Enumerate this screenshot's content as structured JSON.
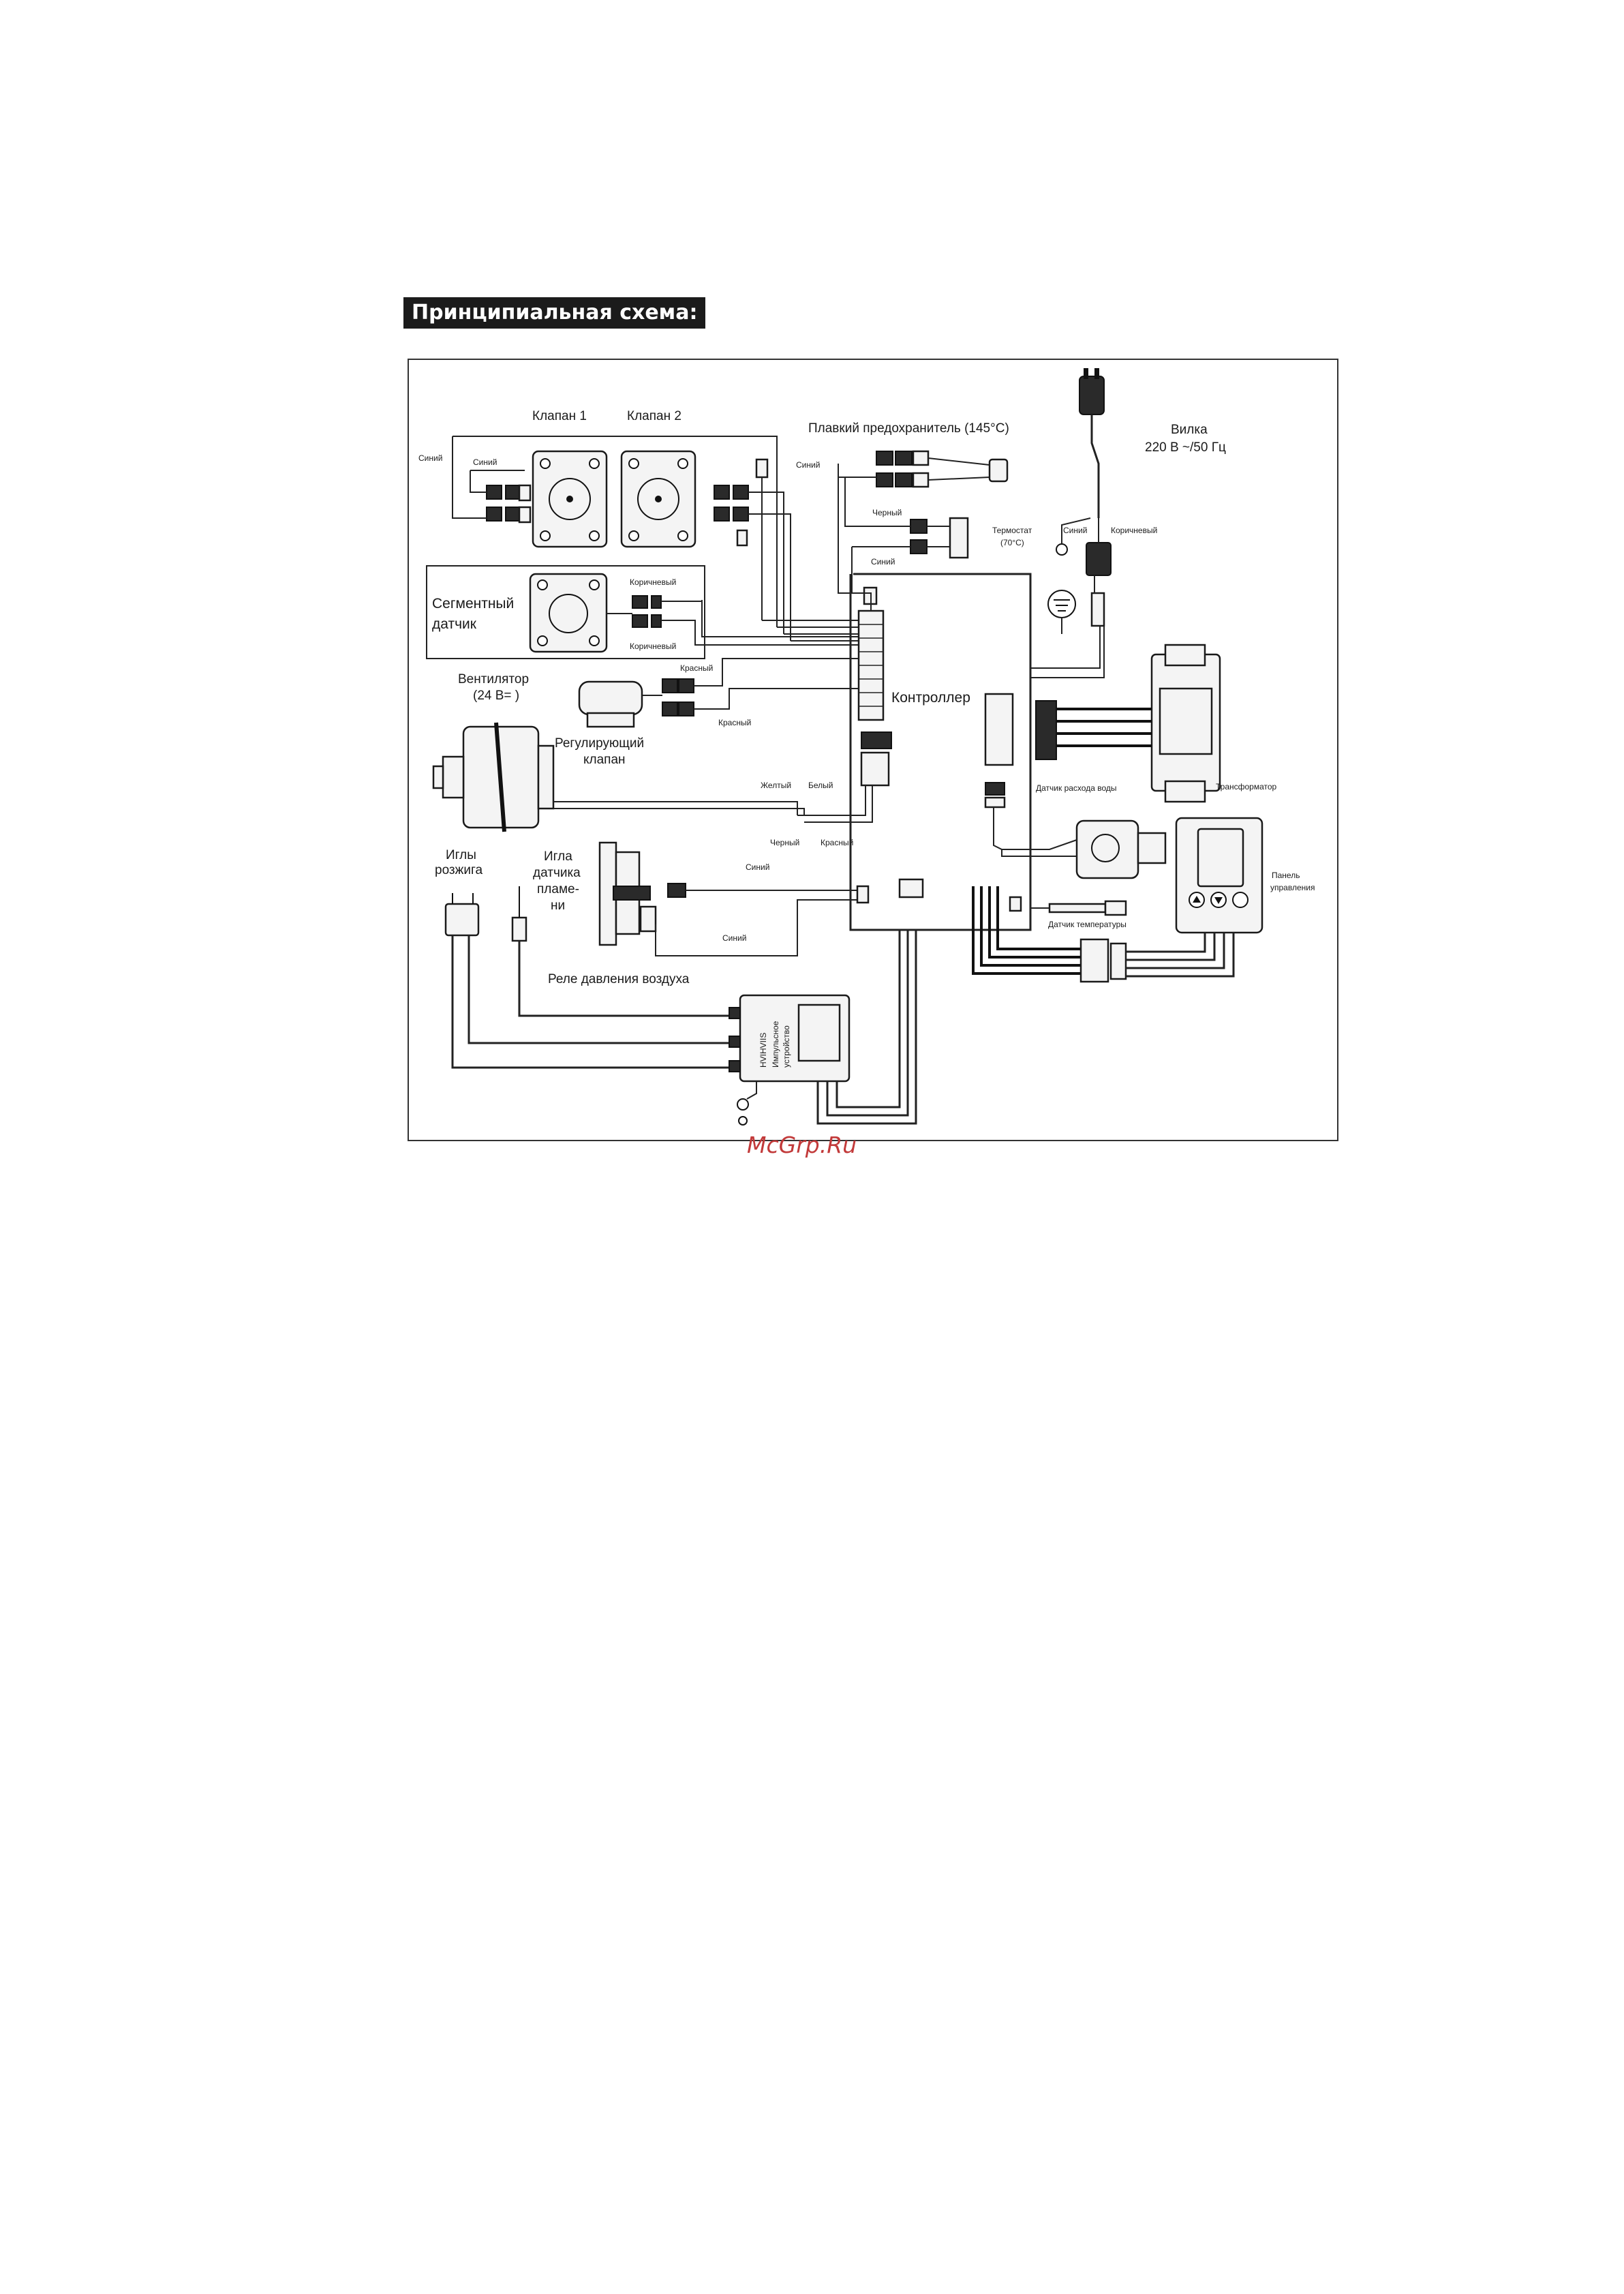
{
  "page": {
    "title": "Принципиальная схема:",
    "watermark": "McGrp.Ru"
  },
  "labels": {
    "valve1": "Клапан 1",
    "valve2": "Клапан 2",
    "fuse": "Плавкий предохранитель (145°С)",
    "plug_title": "Вилка",
    "plug_spec": "220 В ~/50 Гц",
    "segment_sensor_1": "Сегментный",
    "segment_sensor_2": "датчик",
    "fan_1": "Вентилятор",
    "fan_2": "(24 В= )",
    "reg_valve_1": "Регулирующий",
    "reg_valve_2": "клапан",
    "controller": "Контроллер",
    "thermostat_1": "Термостат",
    "thermostat_2": "(70°С)",
    "ign_needles_1": "Иглы",
    "ign_needles_2": "розжига",
    "flame_needle_1": "Игла",
    "flame_needle_2": "датчика",
    "flame_needle_3": "пламе-",
    "flame_needle_4": "ни",
    "water_flow": "Датчик расхода воды",
    "transformer": "Трансформатор",
    "panel_1": "Панель",
    "panel_2": "управления",
    "temp_sensor": "Датчик температуры",
    "air_relay": "Реле давления воздуха",
    "pulse_1": "Импульсное",
    "pulse_2": "устройство",
    "pulse_code": "HVIHVIIS"
  },
  "wire_labels": {
    "blue_a": "Синий",
    "blue_b": "Синий",
    "blue_c": "Синий",
    "blue_d": "Синий",
    "blue_e": "Синий",
    "blue_f": "Синий",
    "blue_plug": "Синий",
    "brown_plug": "Коричневый",
    "black_fuse": "Черный",
    "brown_a": "Коричневый",
    "brown_b": "Коричневый",
    "red_a": "Красный",
    "red_b": "Красный",
    "yellow": "Желтый",
    "white": "Белый",
    "black_b": "Черный",
    "red_c": "Красный"
  },
  "colors": {
    "accent": "#c23a3a",
    "ink": "#1a1a1a",
    "badge_bg": "#1b1b1b",
    "badge_fg": "#ffffff"
  }
}
